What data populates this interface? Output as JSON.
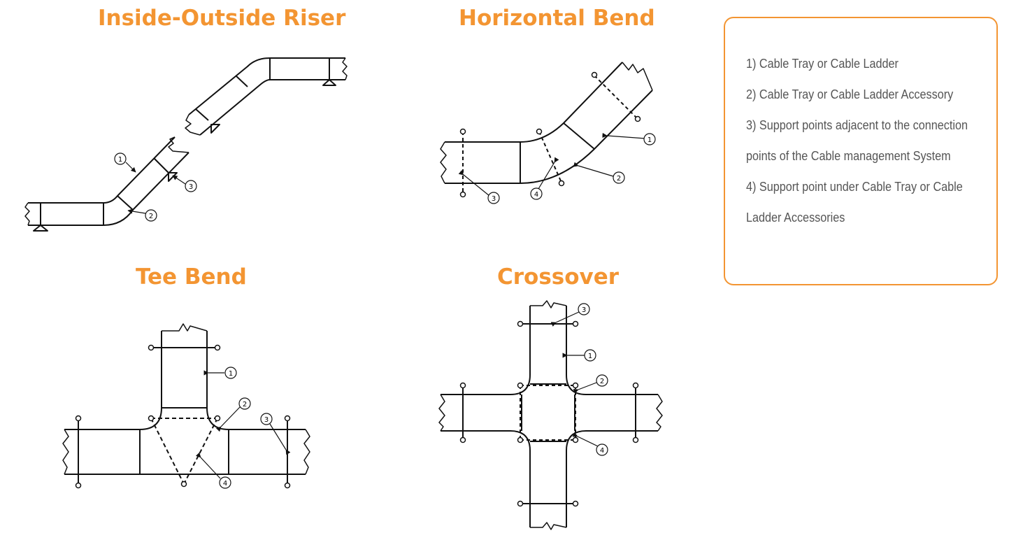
{
  "colors": {
    "accent": "#f39532",
    "line": "#111111",
    "legend_text": "#555555"
  },
  "titles": {
    "riser": "Inside-Outside Riser",
    "horizontal_bend": "Horizontal Bend",
    "tee_bend": "Tee Bend",
    "crossover": "Crossover"
  },
  "legend": {
    "items": [
      "1) Cable Tray or Cable Ladder",
      "2) Cable Tray or Cable Ladder Accessory",
      "3) Support points adjacent to the connection",
      "points of the Cable management System",
      "4) Support point under Cable Tray or Cable",
      "Ladder Accessories"
    ]
  },
  "callouts": {
    "riser": [
      "1",
      "2",
      "3"
    ],
    "horizontal_bend": [
      "1",
      "2",
      "3",
      "4"
    ],
    "tee_bend": [
      "1",
      "2",
      "3",
      "4"
    ],
    "crossover": [
      "1",
      "2",
      "3",
      "4"
    ]
  }
}
